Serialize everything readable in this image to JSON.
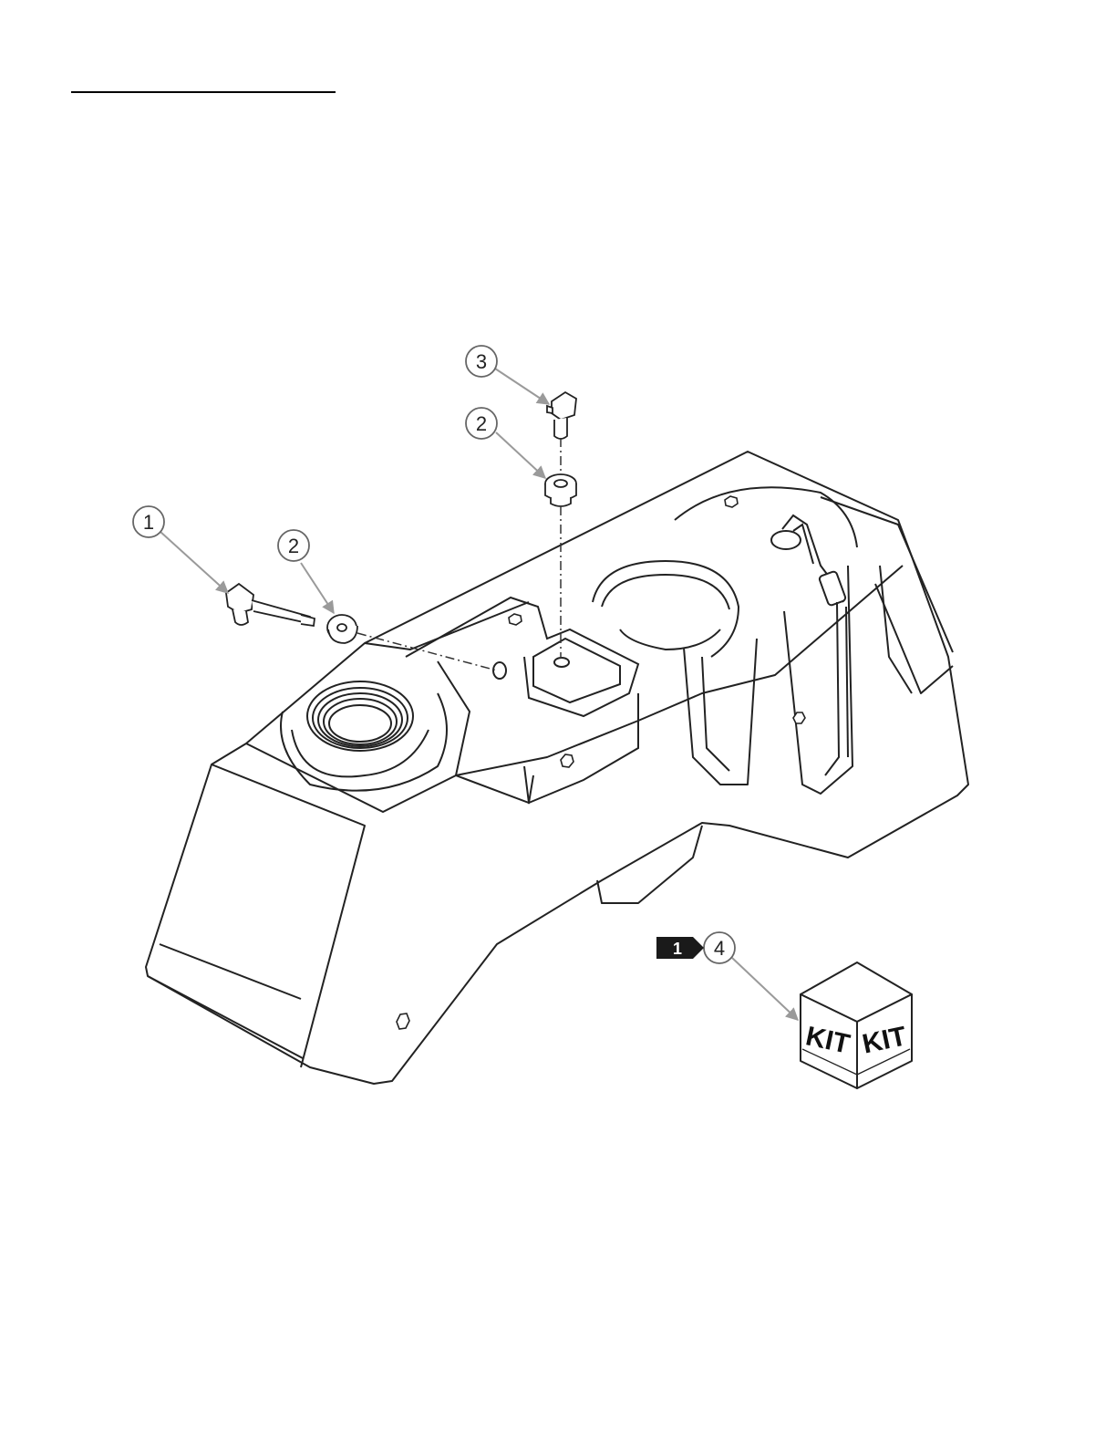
{
  "callouts": [
    {
      "id": "callout-1",
      "label": "1"
    },
    {
      "id": "callout-2a",
      "label": "2"
    },
    {
      "id": "callout-2b",
      "label": "2"
    },
    {
      "id": "callout-3",
      "label": "3"
    },
    {
      "id": "callout-4",
      "label": "4"
    }
  ],
  "kit": {
    "tag_label": "1",
    "face_left": "KIT",
    "face_right": "KIT"
  },
  "colors": {
    "line": "#222222",
    "leader": "#8a8a8a",
    "tag_bg": "#1a1a1a"
  }
}
